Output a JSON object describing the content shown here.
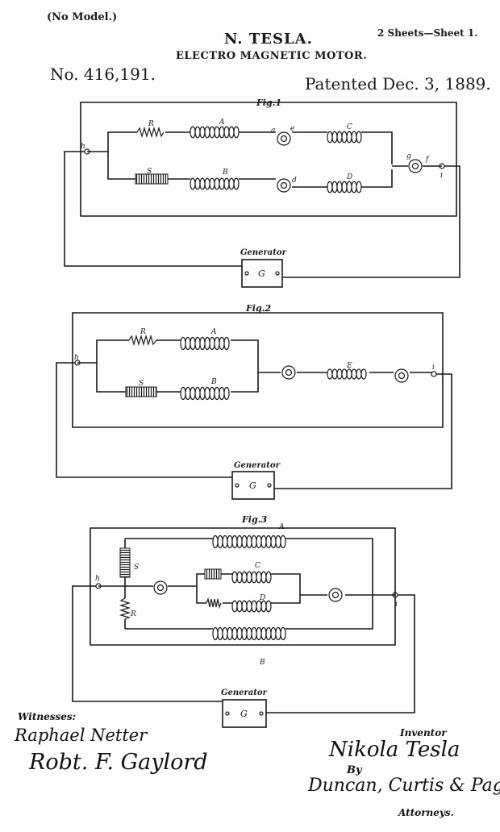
{
  "header": {
    "no_model": "(No Model.)",
    "sheets": "2 Sheets—Sheet 1.",
    "inventor": "N. TESLA.",
    "title": "ELECTRO MAGNETIC MOTOR.",
    "patent_number": "No. 416,191.",
    "patented_date": "Patented Dec. 3, 1889."
  },
  "figures": {
    "fig1": {
      "title": "Fig.1",
      "labels": {
        "h": "h",
        "R": "R",
        "A": "A",
        "a": "a",
        "e": "e",
        "C": "C",
        "g": "g",
        "f": "f",
        "i": "i",
        "S": "S",
        "B": "B",
        "d": "d",
        "D": "D"
      },
      "generator_label": "Generator",
      "generator_symbol": "G"
    },
    "fig2": {
      "title": "Fig.2",
      "labels": {
        "h": "h",
        "R": "R",
        "A": "A",
        "S": "S",
        "B": "B",
        "E": "E",
        "i": "i"
      },
      "generator_label": "Generator",
      "generator_symbol": "G"
    },
    "fig3": {
      "title": "Fig.3",
      "labels": {
        "A": "A",
        "S": "S",
        "h": "h",
        "C": "C",
        "D": "D",
        "R": "R",
        "i": "i",
        "B": "B"
      },
      "generator_label": "Generator",
      "generator_symbol": "G"
    }
  },
  "signatures": {
    "witnesses_label": "Witnesses:",
    "witness_1": "Raphael Netter",
    "witness_2": "Robt. F. Gaylord",
    "inventor_label": "Inventor",
    "inventor_signature": "Nikola Tesla",
    "by_label": "By",
    "attorney_signature": "Duncan, Curtis & Page,",
    "attorneys_label": "Attorneys."
  }
}
